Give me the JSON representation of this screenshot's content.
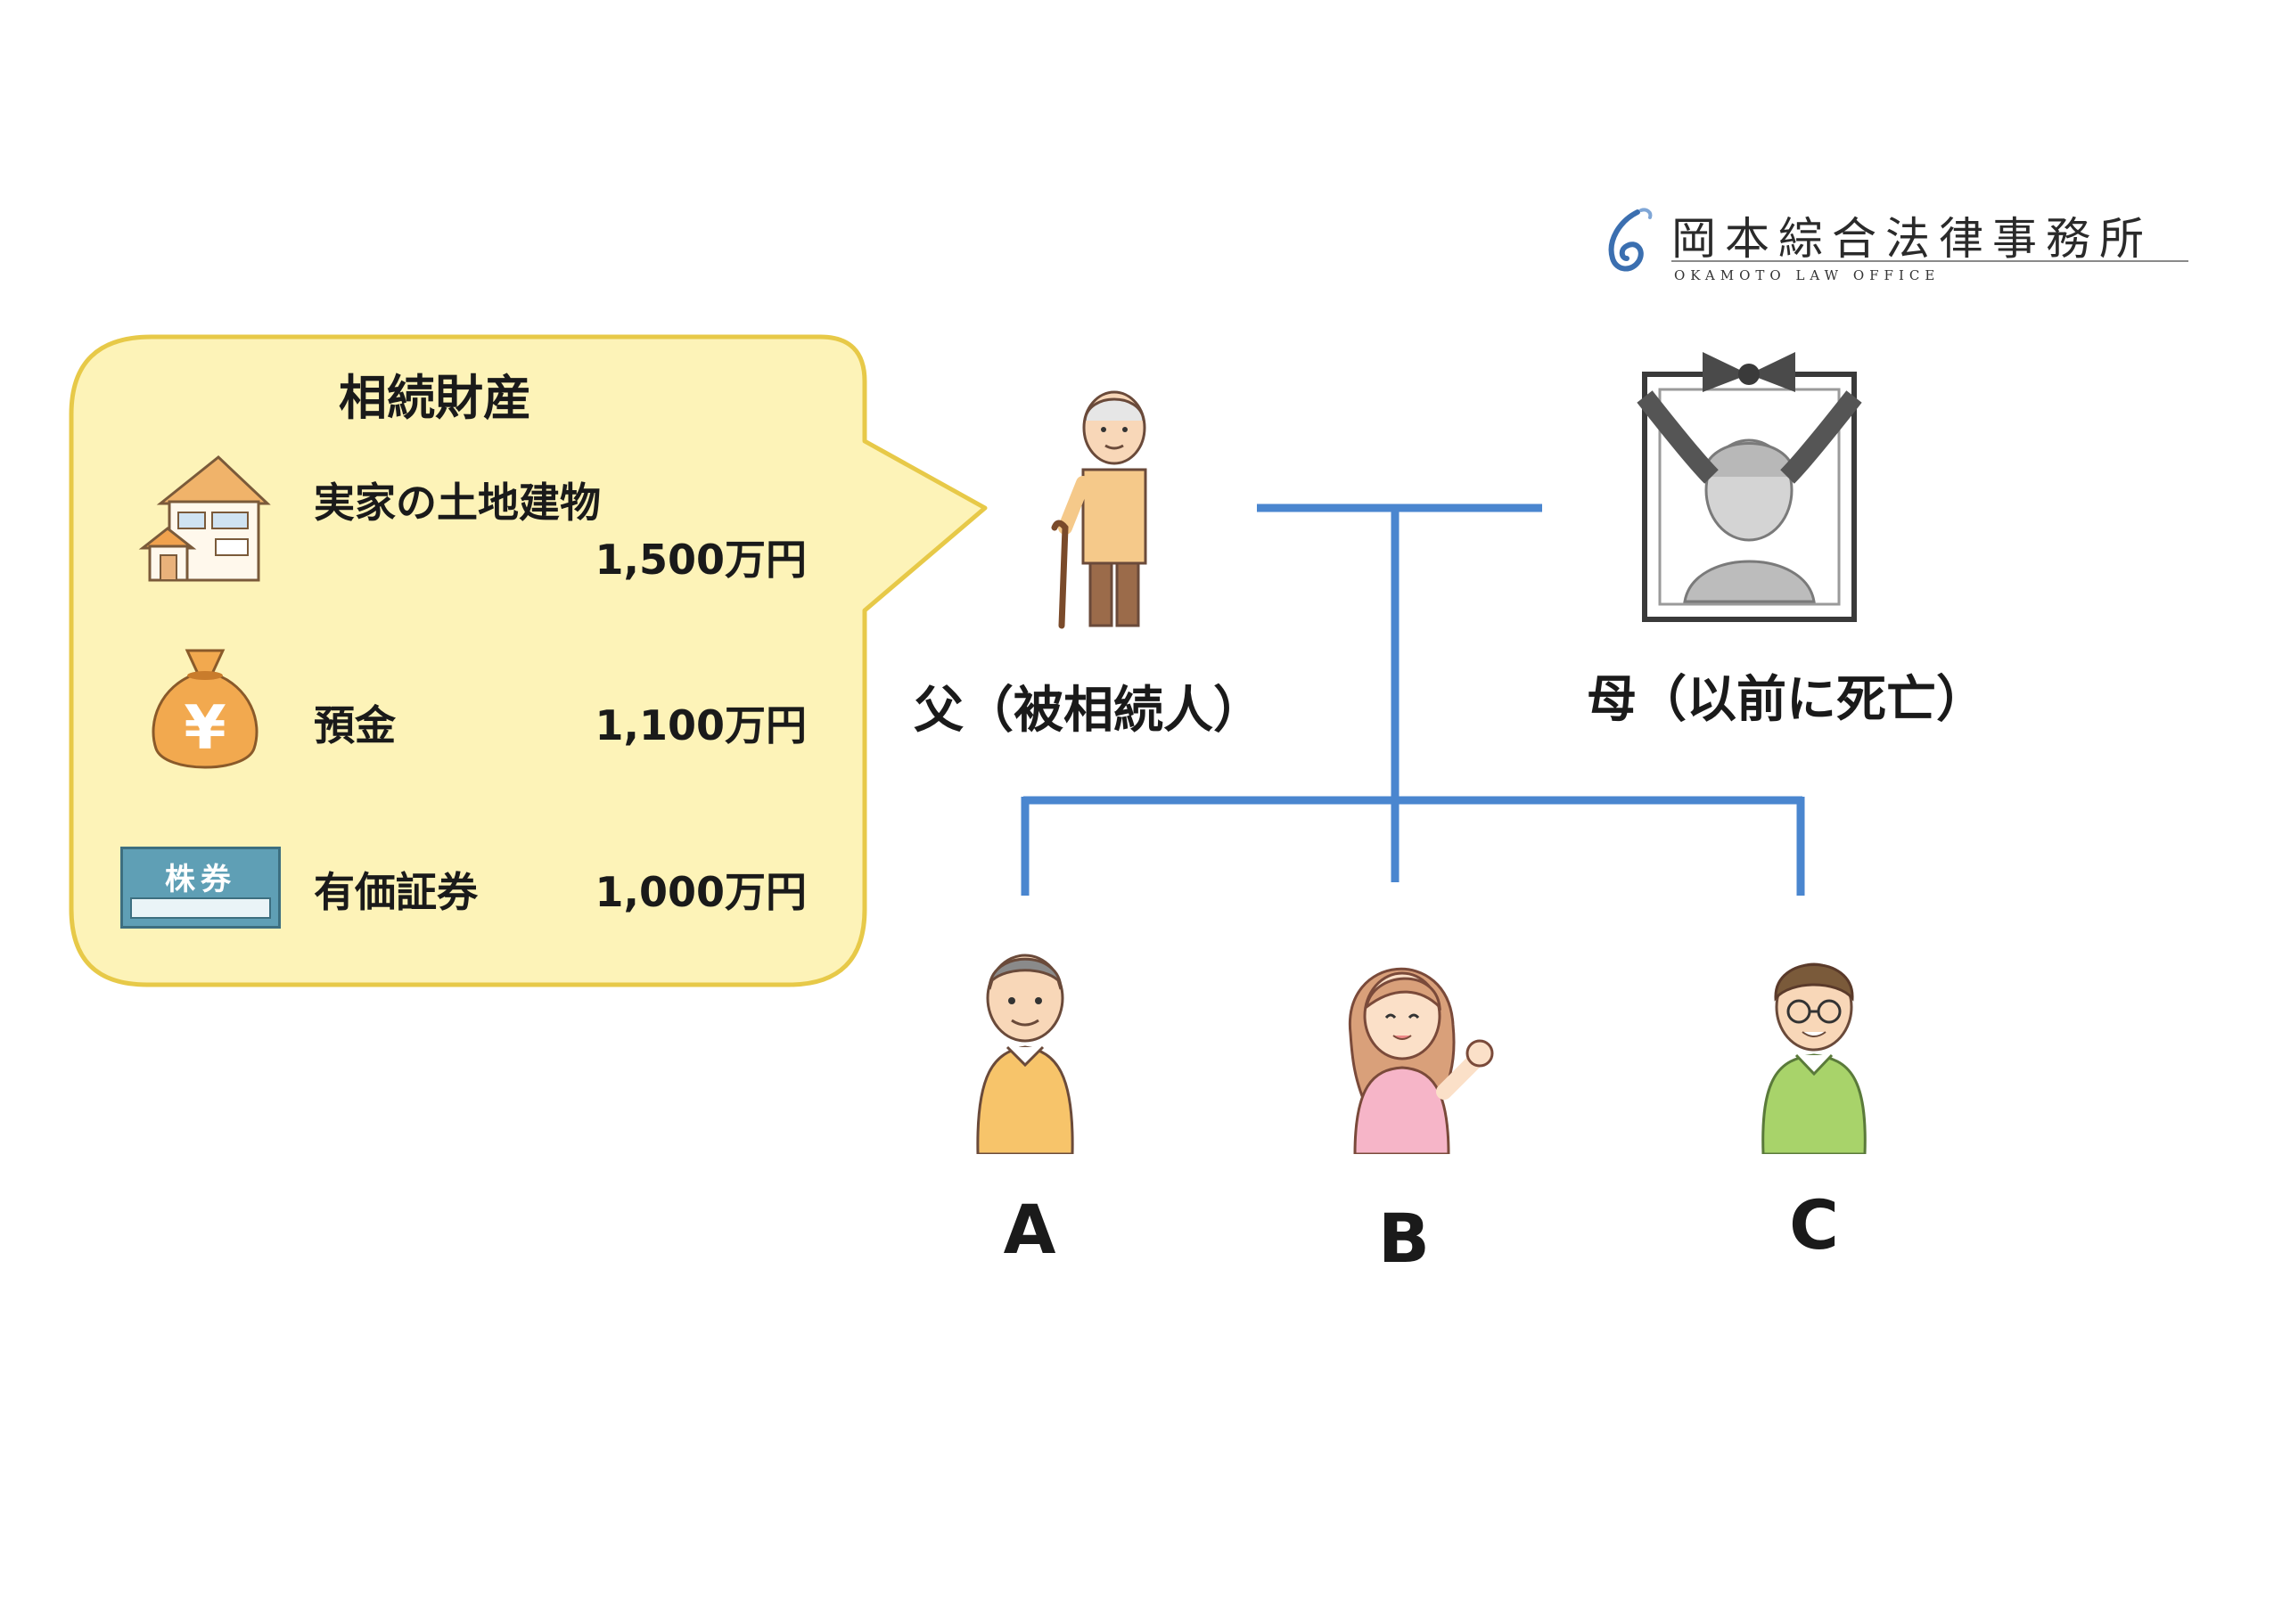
{
  "logo": {
    "name": "岡本綜合法律事務所",
    "subtitle": "OKAMOTO LAW OFFICE"
  },
  "assets": {
    "title": "相続財産",
    "items": [
      {
        "icon": "house-icon",
        "label": "実家の土地建物",
        "value": "1,500万円"
      },
      {
        "icon": "money-bag-icon",
        "label": "預金",
        "value": "1,100万円"
      },
      {
        "icon": "stock-certificate-icon",
        "label": "有価証券",
        "value": "1,000万円"
      }
    ],
    "stock_badge": "株券"
  },
  "family": {
    "father_label": "父（被相続人）",
    "mother_label": "母（以前に死亡）",
    "children": [
      "A",
      "B",
      "C"
    ]
  },
  "colors": {
    "bubble_fill": "#fdf3b8",
    "bubble_stroke": "#e7c948",
    "tree_line": "#4a86cf"
  }
}
